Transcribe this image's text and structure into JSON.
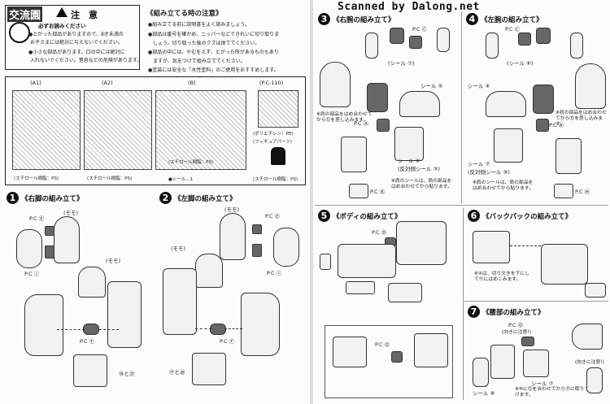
{
  "watermark": "Scanned by Dalong.net",
  "caution": {
    "logo": "交流園",
    "title": "注　意",
    "read_label": "必ずお読みください",
    "lines": [
      "●とがった部品がありますので、8才未満の",
      "お子さまには絶対に与えないでください。",
      "●小さな部品があります。口の中には絶対に",
      "入れないでください。窒息などの危険があります。"
    ]
  },
  "notes": {
    "title": "《組み立てる時の注意》",
    "lines": [
      "●組み立てる前に説明書をよく読みましょう。",
      "●部品は番号を確かめ、ニッパーなどできれいに切り取りま",
      "しょう。切り取った後のクズは捨ててください。",
      "●部品の中には、やむをえず、とがった所があるものもあり",
      "ますが、気をつけて組み立ててください。",
      "●塗装には安全な「水性塗料」のご使用をおすすめします。"
    ]
  },
  "runners": [
    {
      "id": "(A1)",
      "material": "(スチロール樹脂：PS)"
    },
    {
      "id": "(A2)",
      "material": "(スチロール樹脂：PS)"
    },
    {
      "id": "(B)",
      "material": "(スチロール樹脂：PS)"
    },
    {
      "id": "(P.C-110)",
      "material": "(スチロール樹脂：PS)"
    }
  ],
  "pc_labels": [
    "(ポリエチレン：PE)",
    "(フィギュアパーツ)"
  ],
  "seal_label": "●シール…1",
  "steps": {
    "s1": {
      "num": "1",
      "title": "《右脚の組み立て》",
      "labels": [
        "(モモ)",
        "P.C Ⓔ",
        "P.C Ⓘ",
        "(モモ)",
        "P.C Ⓕ",
        "⑯と㉗"
      ]
    },
    "s2": {
      "num": "2",
      "title": "《左脚の組み立て》",
      "labels": [
        "(モモ)",
        "P.C Ⓔ",
        "P.C Ⓘ",
        "(モモ)",
        "P.C Ⓕ",
        "⑰と㉖"
      ]
    },
    "s3": {
      "num": "3",
      "title": "《右腕の組み立て》",
      "labels": [
        "P.C Ⓒ",
        "(シール ⑦)",
        "シール ⑤",
        "P.C Ⓐ",
        "シール ④",
        "(反対側シール ③)",
        "P.C Ⓑ"
      ],
      "note_shoulder": "※肩の部品をはめ合わせてから⑫を差し込みます。",
      "note_seal": "※肩のシールは、肩の部品をはめ合わせてから貼ります。"
    },
    "s4": {
      "num": "4",
      "title": "《左腕の組み立て》",
      "labels": [
        "P.C Ⓒ",
        "(シール ⑥)",
        "シール ④",
        "P.C Ⓐ",
        "シール ⑦",
        "(反対側シール ⑨)",
        "P.C Ⓗ"
      ],
      "note_shoulder": "※肩の部品をはめ合わせてから⑫を差し込みます。",
      "note_seal": "※肩のシールは、肩の部品をはめ合わせてから貼ります。"
    },
    "s5": {
      "num": "5",
      "title": "《ボディの組み立て》",
      "labels": [
        "P.C Ⓓ",
        "P.C Ⓖ"
      ]
    },
    "s6": {
      "num": "6",
      "title": "《バックパックの組み立て》",
      "note": "※④は、切り欠きを下にして⑪にはめこみます。"
    },
    "s7": {
      "num": "7",
      "title": "《腰部の組み立て》",
      "labels": [
        "P.C Ⓞ",
        "(向きに注意!)",
        "シール ⑦",
        "シール ⑧",
        "(向きに注意!)"
      ],
      "note": "※⑩に⑫を合わせてから⑪に取りつけます。"
    }
  }
}
